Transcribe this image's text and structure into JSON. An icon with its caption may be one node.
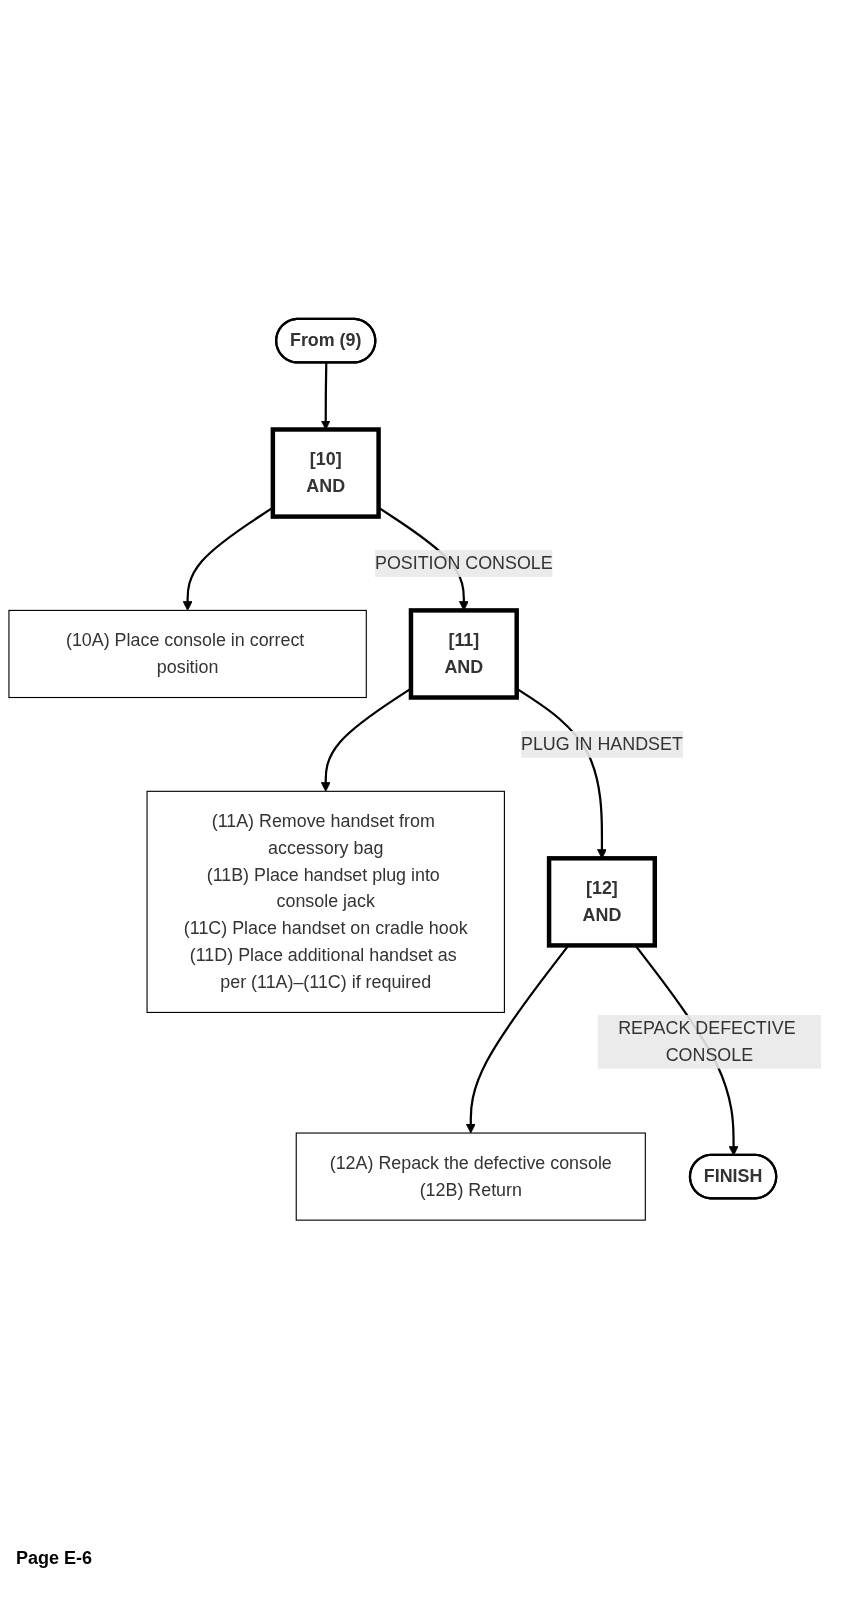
{
  "diagram": {
    "nodes": [
      {
        "text": [
          "From (9)"
        ]
      },
      {
        "text": [
          "[10]",
          "AND"
        ]
      },
      {
        "text": [
          "(10A) Place console in correct position"
        ]
      },
      {
        "text": [
          "[11]",
          "AND"
        ]
      },
      {
        "text": [
          "(11A) Remove handset from accessory bag",
          "(11B) Place handset plug into console jack",
          "(11C) Place handset on cradle hook",
          "(11D) Place additional handset as per (11A)–(11C) if required"
        ]
      },
      {
        "text": [
          "[12]",
          "AND"
        ]
      },
      {
        "text": [
          "(12A) Repack the defective console",
          "(12B) Return"
        ]
      },
      {
        "text": [
          "FINISH"
        ]
      }
    ],
    "edges": [
      {
        "from": 0,
        "to": 1,
        "arrow": "to"
      },
      {
        "from": 1,
        "to": 2,
        "arrow": "to"
      },
      {
        "from": 1,
        "to": 3,
        "arrow": "to",
        "label": "POSITION CONSOLE"
      },
      {
        "from": 3,
        "to": 4,
        "arrow": "to"
      },
      {
        "from": 3,
        "to": 5,
        "arrow": "to",
        "label": "PLUG IN HANDSET"
      },
      {
        "from": 5,
        "to": 6,
        "arrow": "to"
      },
      {
        "from": 5,
        "to": 7,
        "arrow": "to",
        "label": "REPACK DEFECTIVE CONSOLE"
      }
    ],
    "labels": [
      "Page E-6"
    ]
  }
}
